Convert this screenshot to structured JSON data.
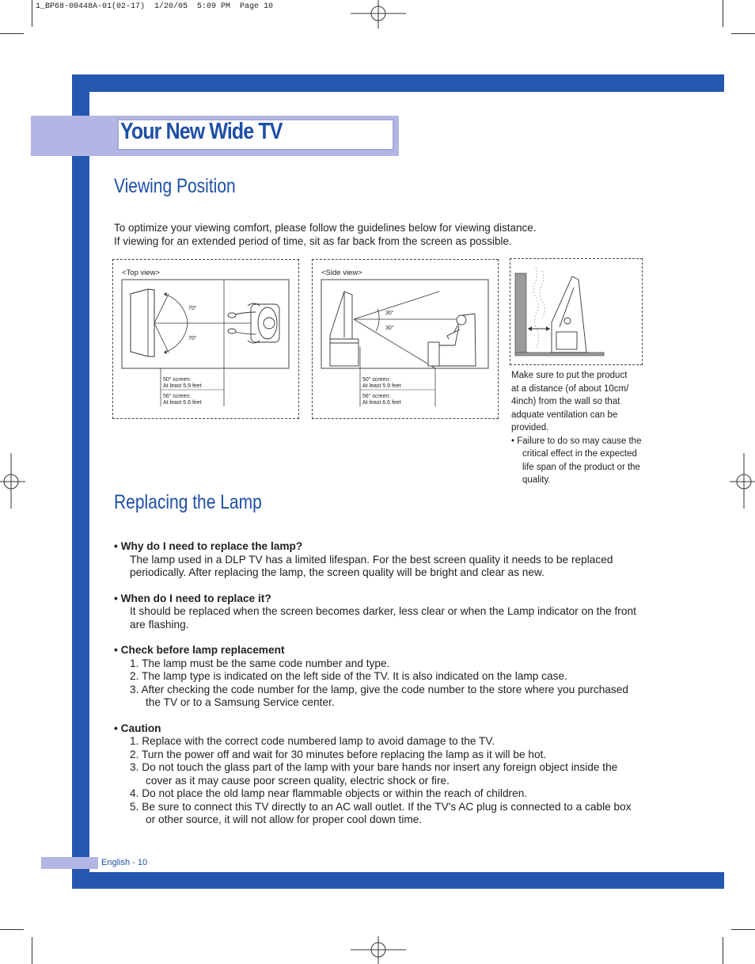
{
  "print_slug": "1_BP68-00448A-01(02-17)  1/20/05  5:09 PM  Page 10",
  "page_title": "Your New Wide TV",
  "viewing": {
    "heading": "Viewing Position",
    "intro_line1": "To optimize your viewing comfort, please follow the guidelines below for viewing distance.",
    "intro_line2": "If viewing for an extended period of time, sit as far back from the screen as possible.",
    "top_view": {
      "caption": "<Top view>",
      "angle_upper": "70°",
      "angle_lower": "70°",
      "label_50_a": "50\" screen:",
      "label_50_b": "At least 5.9 feet",
      "label_56_a": "56\" screen:",
      "label_56_b": "At least 6.6 feet"
    },
    "side_view": {
      "caption": "<Side view>",
      "angle_upper": "30°",
      "angle_lower": "30°",
      "label_50_a": "50\" screen:",
      "label_50_b": "At least 5.9 feet",
      "label_56_a": "56\" screen:",
      "label_56_b": "At least 6.6 feet"
    },
    "wall_note": [
      "Make sure to put the product",
      "at a distance (of about 10cm/",
      "4inch) from the wall so that",
      "adquate ventilation can be",
      "provided."
    ],
    "wall_bullet": "• Failure to do so may cause the critical effect in the expected life span of the product or the quality."
  },
  "lamp": {
    "heading": "Replacing the Lamp",
    "why": {
      "question": "•  Why do I need to replace the lamp?",
      "answer": "The lamp used in a DLP TV has a limited lifespan. For the best screen quality it needs to be replaced periodically. After replacing the lamp, the screen quality will be bright and clear as new."
    },
    "when": {
      "question": "•  When do I need to replace it?",
      "answer": "It should be replaced when the screen becomes darker, less clear or when the Lamp indicator on the front are flashing."
    },
    "check": {
      "heading": "•  Check before lamp replacement",
      "items": [
        "1. The lamp must be the same code number and type.",
        "2. The lamp type is indicated on the left side of the TV. It is also indicated on the lamp case.",
        "3. After checking the code number for the lamp, give the code number to the store where you purchased the TV or to a Samsung Service center."
      ]
    },
    "caution": {
      "heading": "•  Caution",
      "items": [
        "1. Replace with the correct code numbered lamp to avoid damage to the TV.",
        "2. Turn the power off and wait for 30 minutes before replacing the lamp as it will be hot.",
        "3. Do not touch the glass part of the lamp with your bare hands nor insert any foreign object inside the cover as it may cause poor screen quality, electric shock or fire.",
        "4. Do not place the old lamp near flammable objects or within the reach of children.",
        "5. Be sure to connect this TV directly to an AC wall outlet. If the TV's AC plug is connected to a cable box or other source, it will not allow for proper cool down time."
      ]
    }
  },
  "footer": "English - 10",
  "colors": {
    "brand_blue": "#2458ae",
    "heading_blue": "#1e4fa6",
    "lavender": "#b2b6e4"
  }
}
